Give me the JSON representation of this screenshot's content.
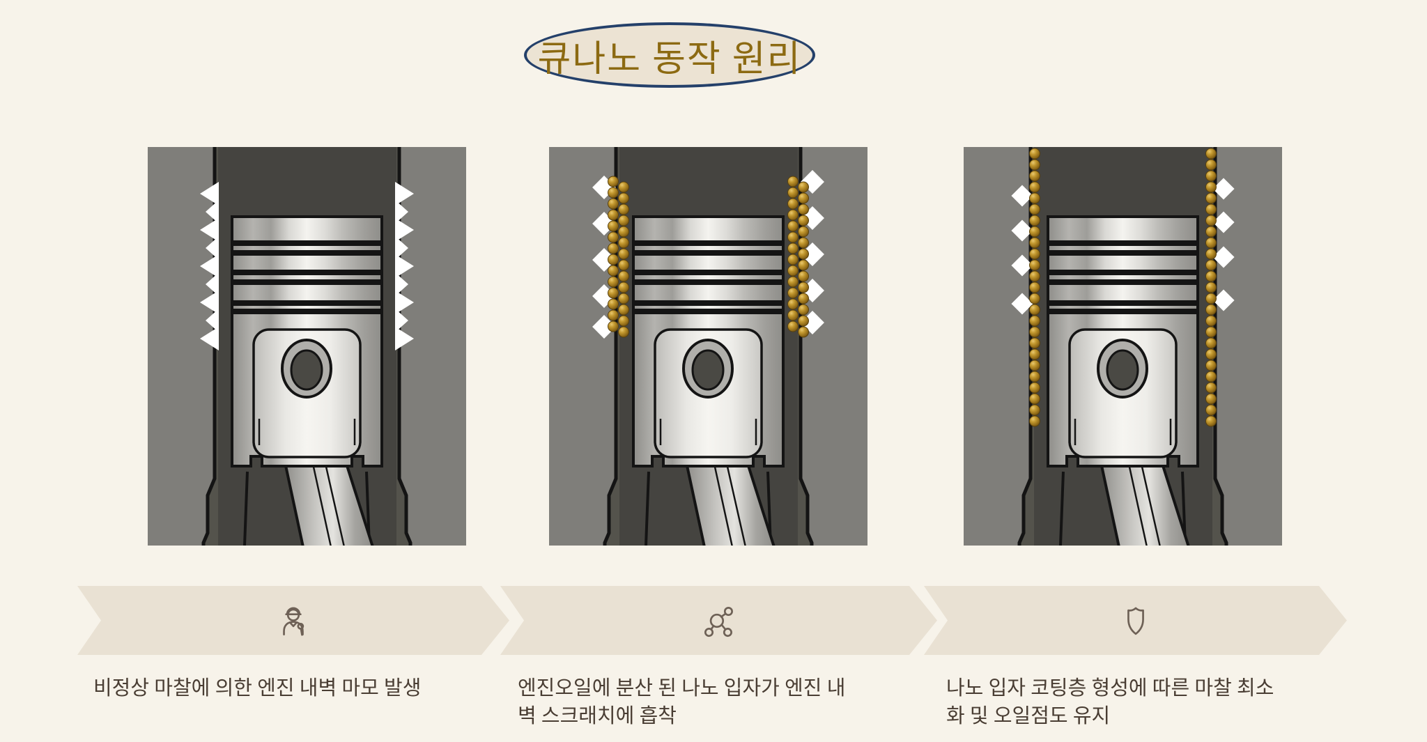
{
  "page": {
    "title": "큐나노 동작 원리"
  },
  "steps": [
    {
      "index": 1,
      "icon": "engineer-icon",
      "figure": "piston-friction-wear",
      "caption_lines": [
        "비정상 마찰에 의한 엔진 내벽 마모 발생",
        ""
      ]
    },
    {
      "index": 2,
      "icon": "molecule-icon",
      "figure": "piston-nano-adsorption",
      "caption_lines": [
        "엔진오일에 분산 된 나노 입자가 엔진 내",
        "벽 스크래치에 흡착"
      ]
    },
    {
      "index": 3,
      "icon": "shield-icon",
      "figure": "piston-coating-layer",
      "caption_lines": [
        "나노 입자 코팅층 형성에 따른 마찰 최소",
        "화 및 오일점도 유지"
      ]
    }
  ],
  "colors": {
    "background": "#f7f3ea",
    "title_gold": "#8c6a12",
    "oval_border": "#24406a",
    "oval_fill": "#ece3d3",
    "chevron_band": "#e9e1d3",
    "icon_stroke": "#6e6156",
    "caption_text": "#493d33",
    "cylinder_gray": "#54534c",
    "outer_gray": "#7f7e7a",
    "particle_gold": "#97701a",
    "friction_mark": "#ffffff"
  }
}
